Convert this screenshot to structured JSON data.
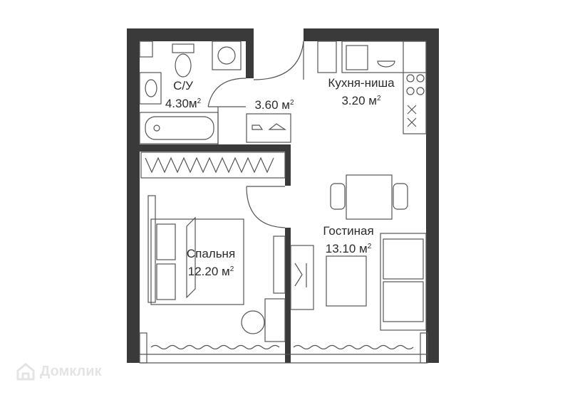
{
  "rooms": {
    "bathroom": {
      "name": "С/У",
      "area": "4.30м",
      "unit_sup": "2"
    },
    "hall": {
      "name": "",
      "area": "3.60 м",
      "unit_sup": "2"
    },
    "kitchen": {
      "name": "Кухня-ниша",
      "area": "3.20 м",
      "unit_sup": "2"
    },
    "bedroom": {
      "name": "Спальня",
      "area": "12.20 м",
      "unit_sup": "2"
    },
    "living": {
      "name": "Гостиная",
      "area": "13.10 м",
      "unit_sup": "2"
    }
  },
  "watermark": {
    "text": "Домклик"
  },
  "colors": {
    "wall": "#3a3a3a",
    "line": "#555555",
    "text": "#2b2b2b",
    "watermark": "#e4e4e4"
  }
}
